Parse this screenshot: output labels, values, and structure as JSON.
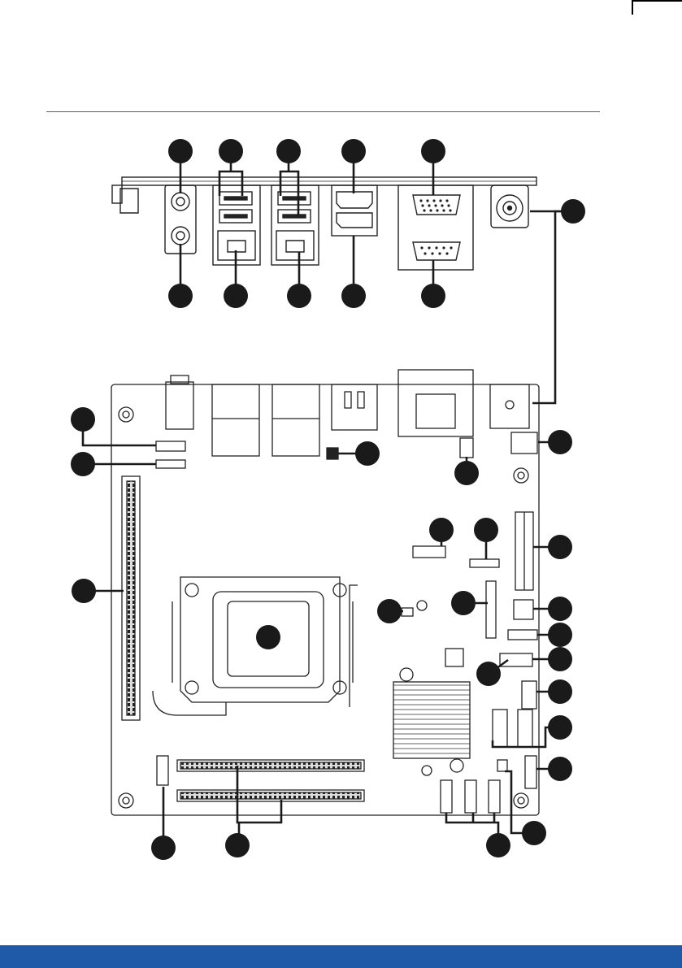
{
  "page": {
    "accent_color": "#1f6fb2",
    "bar_color": "#1e5aa8"
  },
  "diagram": {
    "type": "motherboard-layout",
    "views": [
      "io-panel-rear",
      "board-top"
    ],
    "callout_marker_color": "#1a1a1a",
    "callout_count": 33
  }
}
